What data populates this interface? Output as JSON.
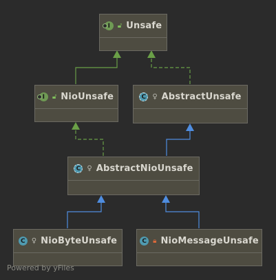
{
  "diagram": {
    "nodes": [
      {
        "id": "unsafe",
        "label": "Unsafe",
        "kind": "interface",
        "visibility": "public"
      },
      {
        "id": "nio-unsafe",
        "label": "NioUnsafe",
        "kind": "interface",
        "visibility": "public"
      },
      {
        "id": "abstract-unsafe",
        "label": "AbstractUnsafe",
        "kind": "abstract-class",
        "visibility": "package"
      },
      {
        "id": "abstract-nio-unsafe",
        "label": "AbstractNioUnsafe",
        "kind": "abstract-class",
        "visibility": "package"
      },
      {
        "id": "nio-byte-unsafe",
        "label": "NioByteUnsafe",
        "kind": "class",
        "visibility": "package"
      },
      {
        "id": "nio-message-unsafe",
        "label": "NioMessageUnsafe",
        "kind": "class",
        "visibility": "private"
      }
    ],
    "edges": [
      {
        "from": "nio-unsafe",
        "to": "unsafe",
        "type": "extends"
      },
      {
        "from": "abstract-unsafe",
        "to": "unsafe",
        "type": "implements"
      },
      {
        "from": "abstract-nio-unsafe",
        "to": "nio-unsafe",
        "type": "implements"
      },
      {
        "from": "abstract-nio-unsafe",
        "to": "abstract-unsafe",
        "type": "extends"
      },
      {
        "from": "nio-byte-unsafe",
        "to": "abstract-nio-unsafe",
        "type": "extends"
      },
      {
        "from": "nio-message-unsafe",
        "to": "abstract-nio-unsafe",
        "type": "extends"
      }
    ],
    "colors": {
      "interface_edge": "#6a9f47",
      "class_edge": "#4f8de0",
      "node_fill": "#4e4c41",
      "node_border": "#6b6a62"
    }
  },
  "footer": {
    "text": "Powered by yFiles"
  }
}
